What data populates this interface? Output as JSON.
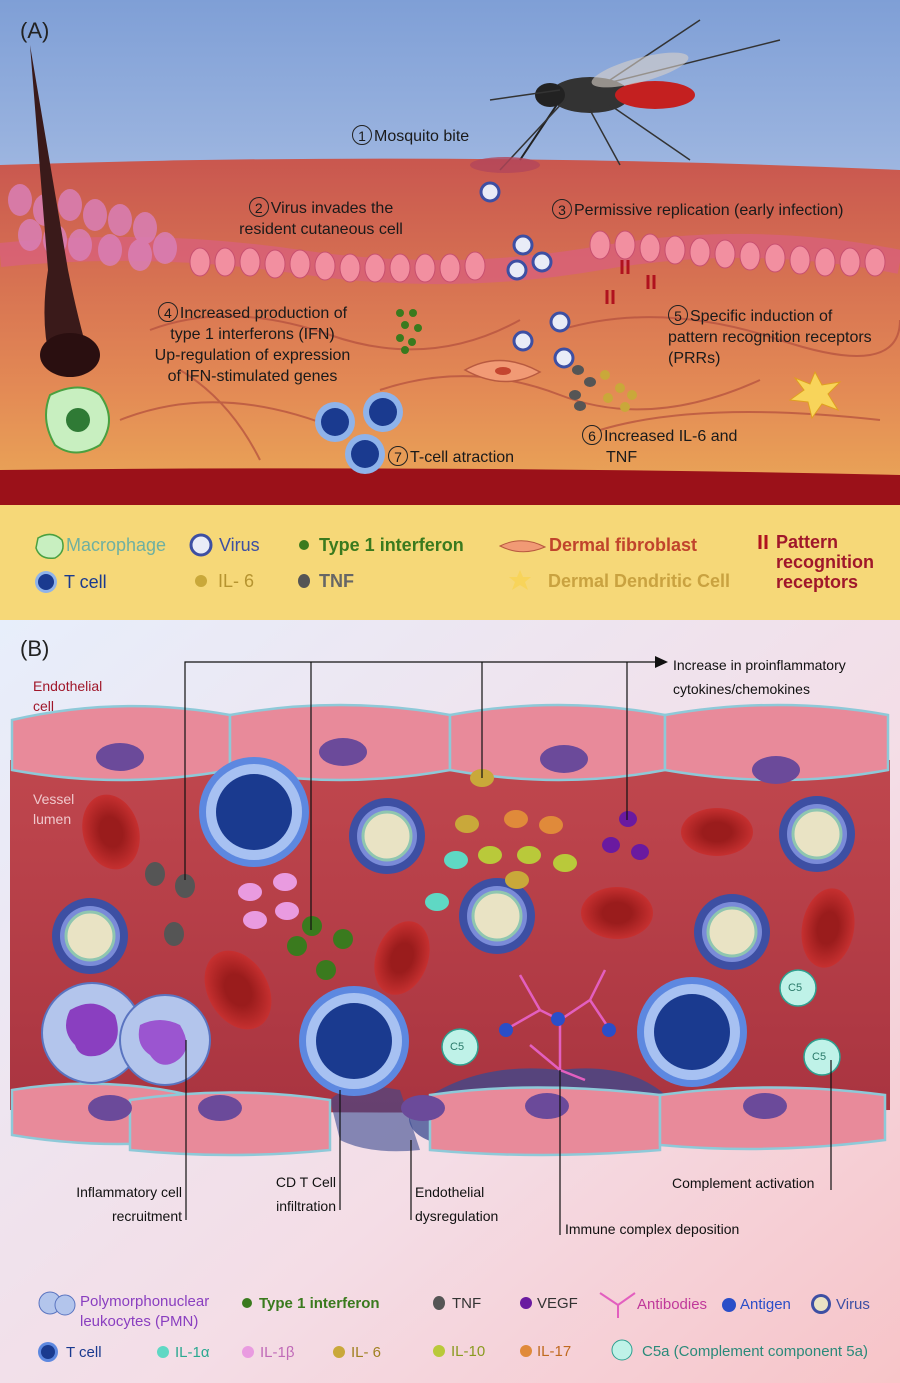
{
  "panelA": {
    "label": "(A)",
    "steps": [
      {
        "n": "1",
        "text": "Mosquito bite"
      },
      {
        "n": "2",
        "line1": "Virus invades the",
        "line2": "resident cutaneous cell"
      },
      {
        "n": "3",
        "text": "Permissive replication (early infection)"
      },
      {
        "n": "4",
        "line1": "Increased production of",
        "line2": "type 1 interferons (IFN)",
        "line3": "Up-regulation of expression",
        "line4": "of IFN-stimulated genes"
      },
      {
        "n": "5",
        "line1": "Specific induction of",
        "line2": "pattern recognition receptors",
        "line3": "(PRRs)"
      },
      {
        "n": "6",
        "line1": "Increased IL-6 and",
        "line2": "TNF"
      },
      {
        "n": "7",
        "text": "T-cell atraction"
      }
    ],
    "legend": {
      "macrophage": "Macrophage",
      "virus": "Virus",
      "type1ifn": "Type 1 interferon",
      "fibroblast": "Dermal fibroblast",
      "prr1": "Pattern",
      "prr2": "recognition",
      "prr3": "receptors",
      "tcell": "T cell",
      "il6": "IL- 6",
      "tnf": "TNF",
      "dendritic": "Dermal Dendritic Cell"
    }
  },
  "panelB": {
    "label": "(B)",
    "endothelial1": "Endothelial",
    "endothelial2": "cell",
    "vessel1": "Vessel",
    "vessel2": "lumen",
    "increase1": "Increase in proinflammatory",
    "increase2": "cytokines/chemokines",
    "c5": "C5",
    "callouts": {
      "infl1": "Inflammatory cell",
      "infl2": "recruitment",
      "cd1": "CD T Cell",
      "cd2": "infiltration",
      "endo1": "Endothelial",
      "endo2": "dysregulation",
      "immune": "Immune complex deposition",
      "complement": "Complement activation"
    },
    "legend": {
      "pmn1": "Polymorphonuclear",
      "pmn2": "leukocytes (PMN)",
      "ifn": "Type 1 interferon",
      "tnf": "TNF",
      "vegf": "VEGF",
      "antibodies": "Antibodies",
      "antigen": "Antigen",
      "virus": "Virus",
      "tcell": "T cell",
      "il1a": "IL-1α",
      "il1b": "IL-1β",
      "il6": "IL- 6",
      "il10": "IL-10",
      "il17": "IL-17",
      "c5a": "C5a (Complement component 5a)"
    }
  },
  "colors": {
    "tcell": "#1a3a8f",
    "ifn": "#3a7a1e",
    "tnf": "#555555",
    "il6": "#c9a83a",
    "vegf": "#6a1aa0",
    "il1a": "#5fd8c4",
    "il1b": "#e99be0",
    "il10": "#b9c93a",
    "il17": "#e08a3a",
    "rbc": "#b22a2a",
    "prr": "#b0121e"
  }
}
